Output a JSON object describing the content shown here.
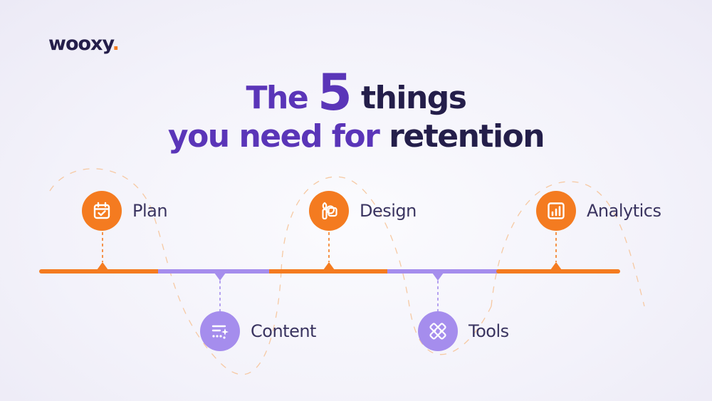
{
  "brand": {
    "name_part": "wooxy",
    "dot": "."
  },
  "title": {
    "line1_a": "The",
    "line1_num": "5",
    "line1_b": "things",
    "line2_a": "you need for",
    "line2_b": "retention"
  },
  "steps": [
    {
      "label": "Plan",
      "icon": "calendar-check-icon",
      "position": "top"
    },
    {
      "label": "Content",
      "icon": "content-sparkle-icon",
      "position": "bottom"
    },
    {
      "label": "Design",
      "icon": "brush-shapes-icon",
      "position": "top"
    },
    {
      "label": "Tools",
      "icon": "ruler-pencil-icon",
      "position": "bottom"
    },
    {
      "label": "Analytics",
      "icon": "bar-chart-icon",
      "position": "top"
    }
  ],
  "colors": {
    "orange": "#f47b20",
    "violet": "#a58ded",
    "dark": "#241e4a",
    "purple": "#5a35b8"
  }
}
